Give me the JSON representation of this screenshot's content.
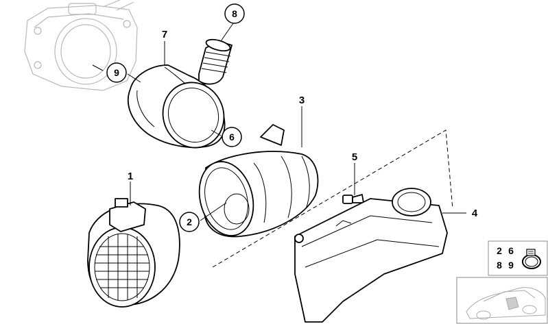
{
  "callouts": [
    {
      "number": "1",
      "style": "plain"
    },
    {
      "number": "2",
      "style": "circled"
    },
    {
      "number": "3",
      "style": "plain"
    },
    {
      "number": "4",
      "style": "plain"
    },
    {
      "number": "5",
      "style": "plain"
    },
    {
      "number": "6",
      "style": "circled"
    },
    {
      "number": "7",
      "style": "plain"
    },
    {
      "number": "8",
      "style": "circled"
    },
    {
      "number": "9",
      "style": "circled"
    }
  ],
  "legend": {
    "items": [
      "2",
      "6",
      "8",
      "9"
    ],
    "icon": "hose-clamp-icon"
  },
  "thumbnail": {
    "icon": "car-outline-icon"
  }
}
